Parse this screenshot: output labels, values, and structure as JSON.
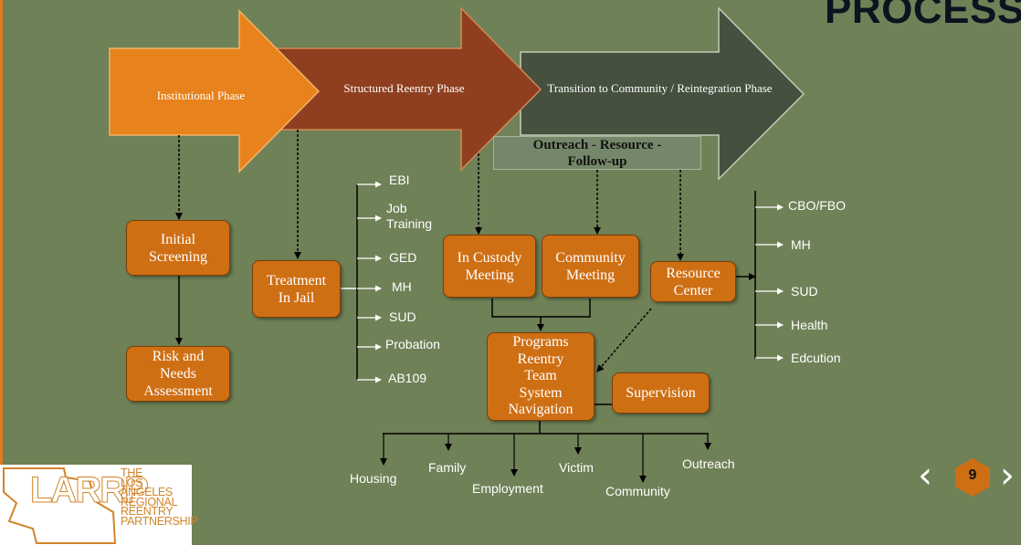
{
  "title": "PROCESS",
  "phases": {
    "institutional": "Institutional Phase",
    "structured": "Structured Reentry Phase",
    "transition": "Transition to Community / Reintegration Phase"
  },
  "banner": "Outreach - Resource -\nFollow-up",
  "boxes": {
    "initial_screening": "Initial\nScreening",
    "risk_needs": "Risk and\nNeeds\nAssessment",
    "treatment_jail": "Treatment\nIn Jail",
    "in_custody": "In Custody\nMeeting",
    "community_meeting": "Community\nMeeting",
    "resource_center": "Resource\nCenter",
    "programs": "Programs\nReentry\nTeam\nSystem\nNavigation",
    "supervision": "Supervision"
  },
  "jail_services": [
    "EBI",
    "Job\nTraining",
    "GED",
    "MH",
    "SUD",
    "Probation",
    "AB109"
  ],
  "resource_services": [
    "CBO/FBO",
    "MH",
    "SUD",
    "Health",
    "Edcution"
  ],
  "program_outcomes": [
    "Housing",
    "Family",
    "Employment",
    "Victim",
    "Community",
    "Outreach"
  ],
  "logo": {
    "mark": "LARRP",
    "text": "THE\nLOS\nANGELES\nREGIONAL\nREENTRY\nPARTNERSHIP"
  },
  "pagination": {
    "page": "9",
    "prev_icon": "chevron-left-icon",
    "next_icon": "chevron-right-icon"
  },
  "colors": {
    "background": "#6f8157",
    "box_orange": "#cf6f14",
    "arrow_orange": "#e8821c",
    "arrow_brown": "#8f3f1f",
    "arrow_dark": "#45503f"
  }
}
